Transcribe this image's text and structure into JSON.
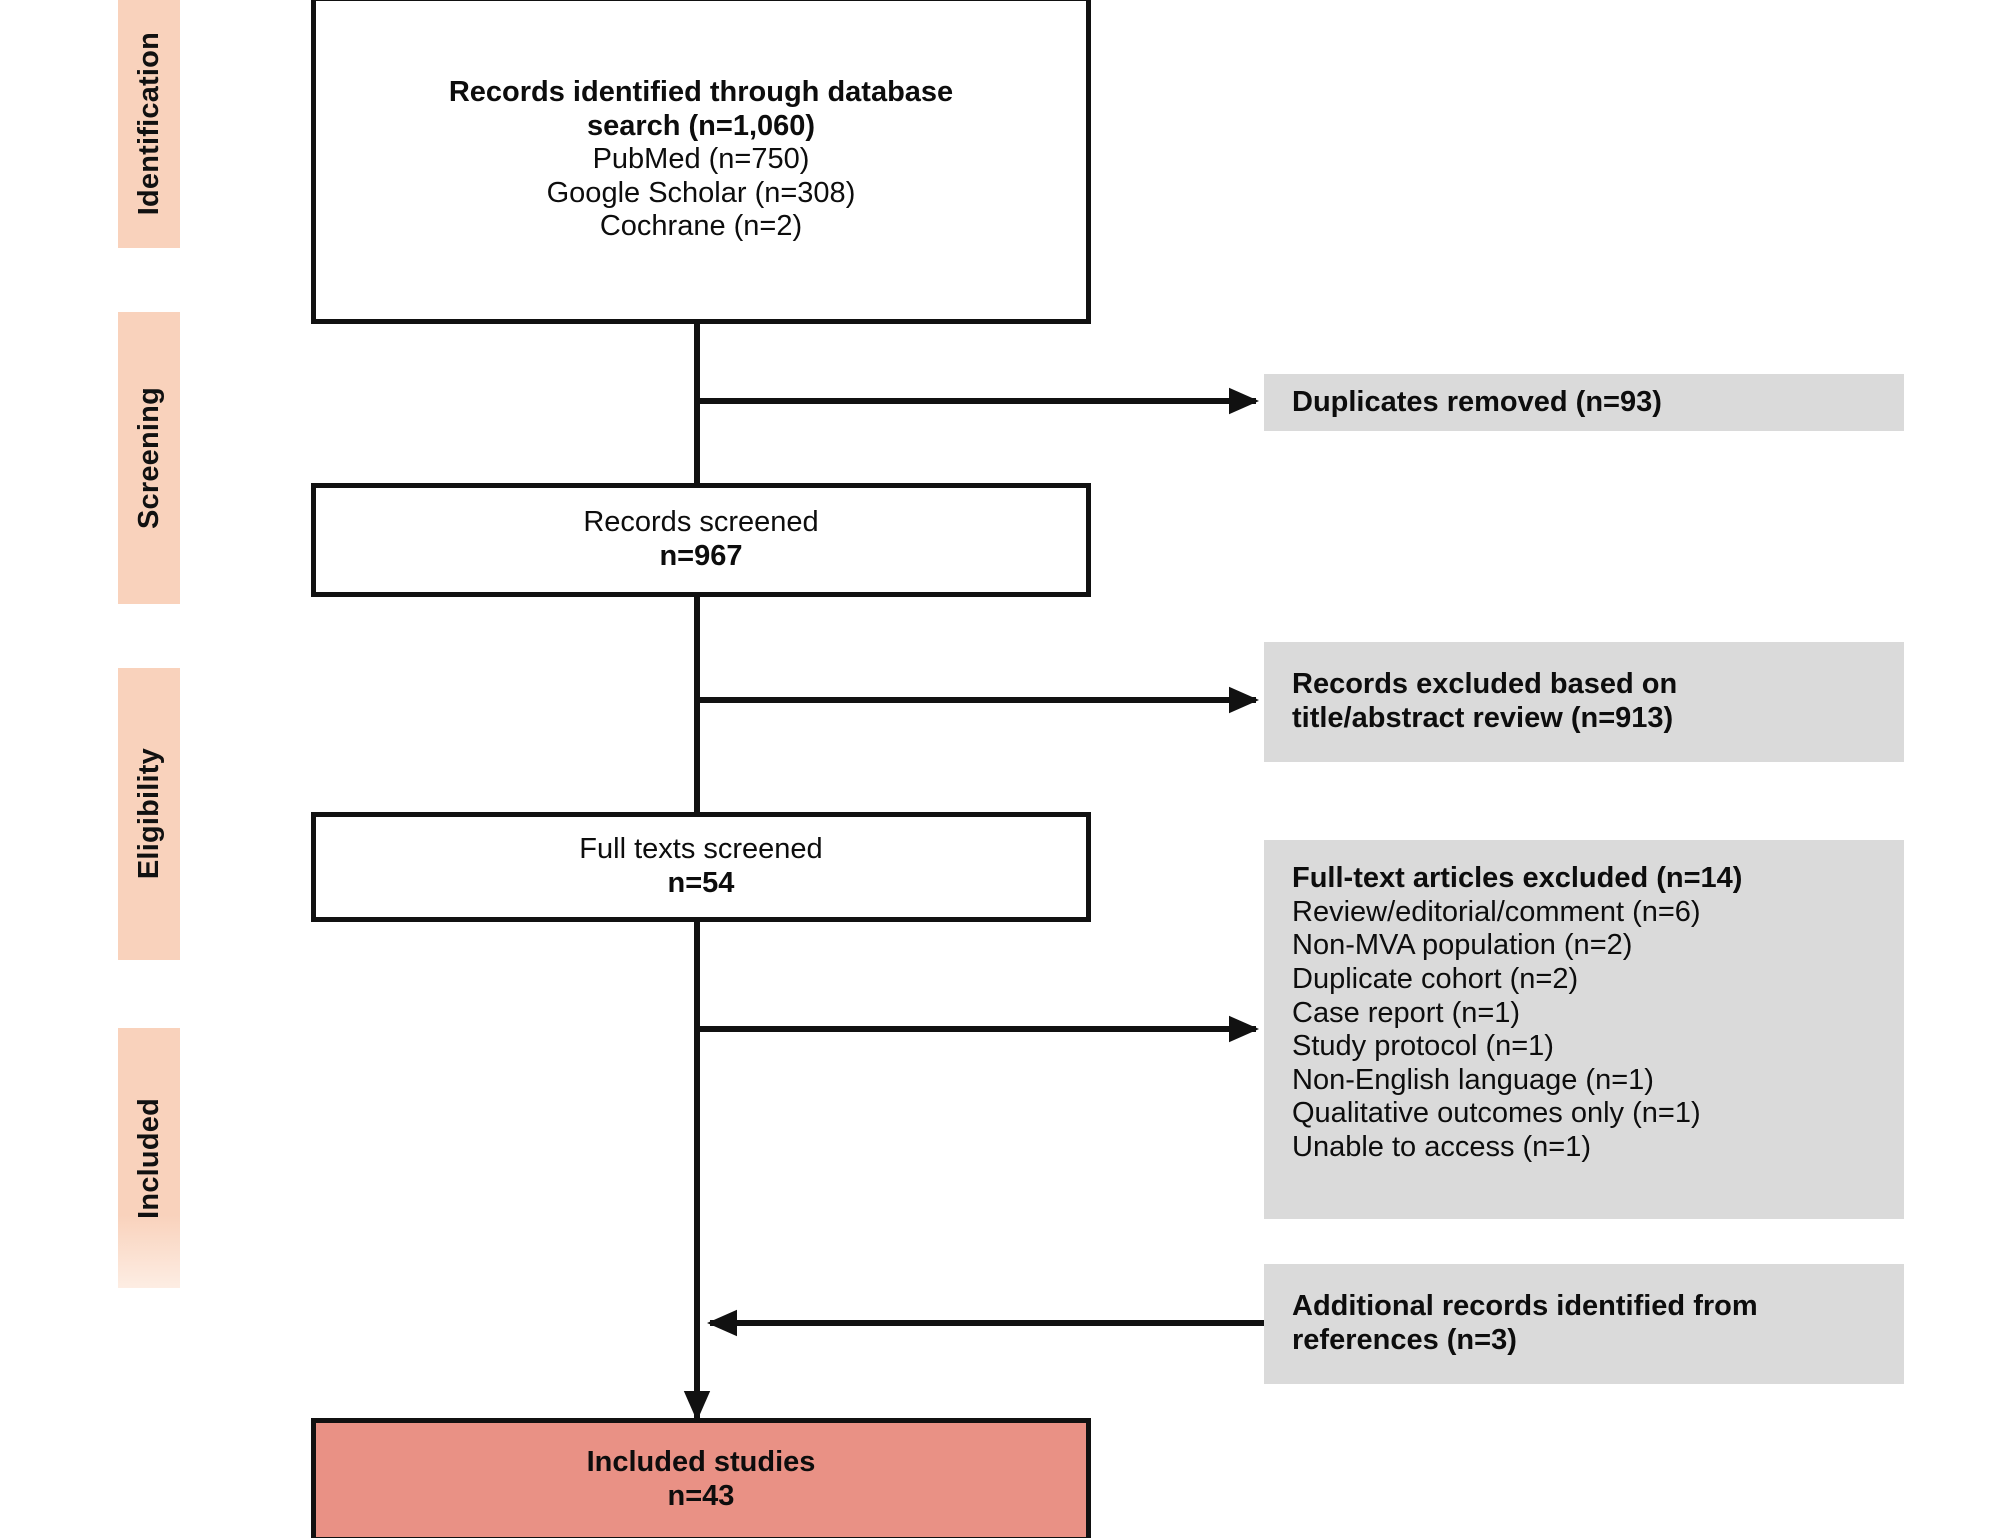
{
  "diagram": {
    "type": "prisma-flow-diagram",
    "title": "PRISMA study selection flow diagram",
    "colors": {
      "phase_rail": "#F9D2BC",
      "exclusion_box": "#DADADA",
      "included_box": "#E99185",
      "stroke": "#111111",
      "text": "#0D0D0D",
      "canvas": "#FFFFFF"
    }
  },
  "phases": [
    {
      "label": "Identification"
    },
    {
      "label": "Screening"
    },
    {
      "label": "Eligibility"
    },
    {
      "label": "Included"
    }
  ],
  "main_flow": [
    {
      "id": "identified",
      "lines": [
        {
          "text": "Records identified through database",
          "bold": true
        },
        {
          "text": "search (n=1,060)",
          "bold": true
        },
        {
          "text": "PubMed (n=750)",
          "bold": false
        },
        {
          "text": "Google Scholar (n=308)",
          "bold": false
        },
        {
          "text": "Cochrane (n=2)",
          "bold": false
        }
      ]
    },
    {
      "id": "screened",
      "lines": [
        {
          "text": "Records screened",
          "bold": false
        },
        {
          "text": "n=967",
          "bold": true
        }
      ]
    },
    {
      "id": "fulltext",
      "lines": [
        {
          "text": "Full texts screened",
          "bold": false
        },
        {
          "text": "n=54",
          "bold": true
        }
      ]
    },
    {
      "id": "included",
      "lines": [
        {
          "text": "Included studies",
          "bold": true
        },
        {
          "text": "n=43",
          "bold": true
        }
      ]
    }
  ],
  "side_boxes": [
    {
      "id": "duplicates",
      "lines": [
        {
          "text": "Duplicates removed (n=93)",
          "bold": true
        }
      ]
    },
    {
      "id": "title_abstract_excluded",
      "lines": [
        {
          "text": "Records excluded based on",
          "bold": true
        },
        {
          "text": "title/abstract review (n=913)",
          "bold": true
        }
      ]
    },
    {
      "id": "fulltext_excluded",
      "lines": [
        {
          "text": "Full-text articles excluded (n=14)",
          "bold": true
        },
        {
          "text": "Review/editorial/comment (n=6)",
          "bold": false
        },
        {
          "text": "Non-MVA population (n=2)",
          "bold": false
        },
        {
          "text": "Duplicate cohort (n=2)",
          "bold": false
        },
        {
          "text": "Case report (n=1)",
          "bold": false
        },
        {
          "text": "Study protocol (n=1)",
          "bold": false
        },
        {
          "text": "Non-English language (n=1)",
          "bold": false
        },
        {
          "text": "Qualitative outcomes only (n=1)",
          "bold": false
        },
        {
          "text": "Unable to access (n=1)",
          "bold": false
        }
      ]
    },
    {
      "id": "additional_records",
      "lines": [
        {
          "text": "Additional records identified from",
          "bold": true
        },
        {
          "text": "references (n=3)",
          "bold": true
        }
      ]
    }
  ],
  "chart_data": {
    "type": "diagram",
    "title": "PRISMA study selection flow diagram",
    "nodes": [
      {
        "id": "identified",
        "stage": "Identification",
        "label": "Records identified through database search",
        "n": 1060,
        "breakdown": [
          {
            "source": "PubMed",
            "n": 750
          },
          {
            "source": "Google Scholar",
            "n": 308
          },
          {
            "source": "Cochrane",
            "n": 2
          }
        ]
      },
      {
        "id": "duplicates",
        "stage": "Identification",
        "label": "Duplicates removed",
        "n": 93,
        "kind": "excluded"
      },
      {
        "id": "screened",
        "stage": "Screening",
        "label": "Records screened",
        "n": 967
      },
      {
        "id": "title_abstract_excluded",
        "stage": "Screening",
        "label": "Records excluded based on title/abstract review",
        "n": 913,
        "kind": "excluded"
      },
      {
        "id": "fulltext",
        "stage": "Eligibility",
        "label": "Full texts screened",
        "n": 54
      },
      {
        "id": "fulltext_excluded",
        "stage": "Eligibility",
        "label": "Full-text articles excluded",
        "n": 14,
        "kind": "excluded",
        "reasons": [
          {
            "reason": "Review/editorial/comment",
            "n": 6
          },
          {
            "reason": "Non-MVA population",
            "n": 2
          },
          {
            "reason": "Duplicate cohort",
            "n": 2
          },
          {
            "reason": "Case report",
            "n": 1
          },
          {
            "reason": "Study protocol",
            "n": 1
          },
          {
            "reason": "Non-English language",
            "n": 1
          },
          {
            "reason": "Qualitative outcomes only",
            "n": 1
          },
          {
            "reason": "Unable to access",
            "n": 1
          }
        ]
      },
      {
        "id": "additional_records",
        "stage": "Included",
        "label": "Additional records identified from references",
        "n": 3,
        "kind": "added"
      },
      {
        "id": "included",
        "stage": "Included",
        "label": "Included studies",
        "n": 43
      }
    ],
    "edges": [
      {
        "from": "identified",
        "to": "duplicates",
        "direction": "right"
      },
      {
        "from": "identified",
        "to": "screened",
        "direction": "down"
      },
      {
        "from": "screened",
        "to": "title_abstract_excluded",
        "direction": "right"
      },
      {
        "from": "screened",
        "to": "fulltext",
        "direction": "down"
      },
      {
        "from": "fulltext",
        "to": "fulltext_excluded",
        "direction": "right"
      },
      {
        "from": "additional_records",
        "to": "included",
        "direction": "left"
      },
      {
        "from": "fulltext",
        "to": "included",
        "direction": "down"
      }
    ]
  }
}
